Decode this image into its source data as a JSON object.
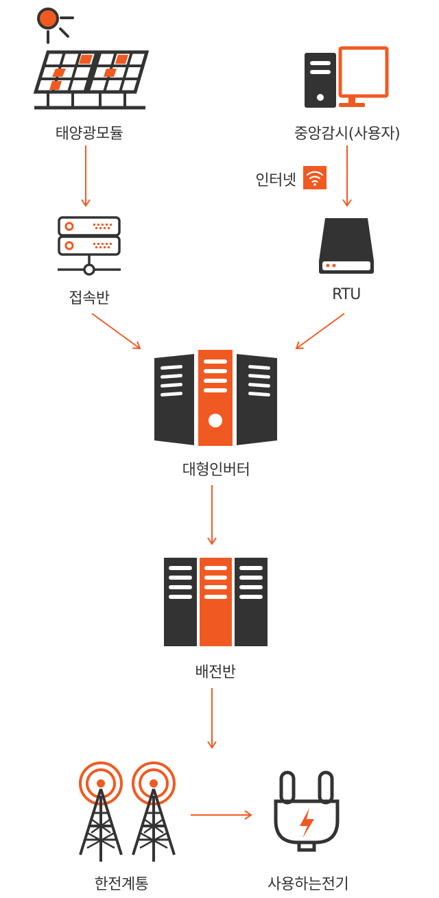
{
  "colors": {
    "accent": "#F05A22",
    "dark": "#333333"
  },
  "nodes": {
    "solar": {
      "label": "태양광모듈",
      "icon": "solar-panel-icon"
    },
    "monitor": {
      "label": "중앙감시(사용자)",
      "icon": "desktop-computer-icon"
    },
    "junction": {
      "label": "접속반",
      "icon": "server-box-icon"
    },
    "rtu": {
      "label": "RTU",
      "icon": "hard-drive-icon"
    },
    "inverter": {
      "label": "대형인버터",
      "icon": "server-rack-icon"
    },
    "switchboard": {
      "label": "배전반",
      "icon": "switchboard-icon"
    },
    "grid": {
      "label": "한전계통",
      "icon": "transmission-tower-icon"
    },
    "consumer": {
      "label": "사용하는전기",
      "icon": "power-plug-icon"
    }
  },
  "edges": {
    "internet": {
      "label": "인터넷",
      "icon": "wifi-icon"
    }
  }
}
